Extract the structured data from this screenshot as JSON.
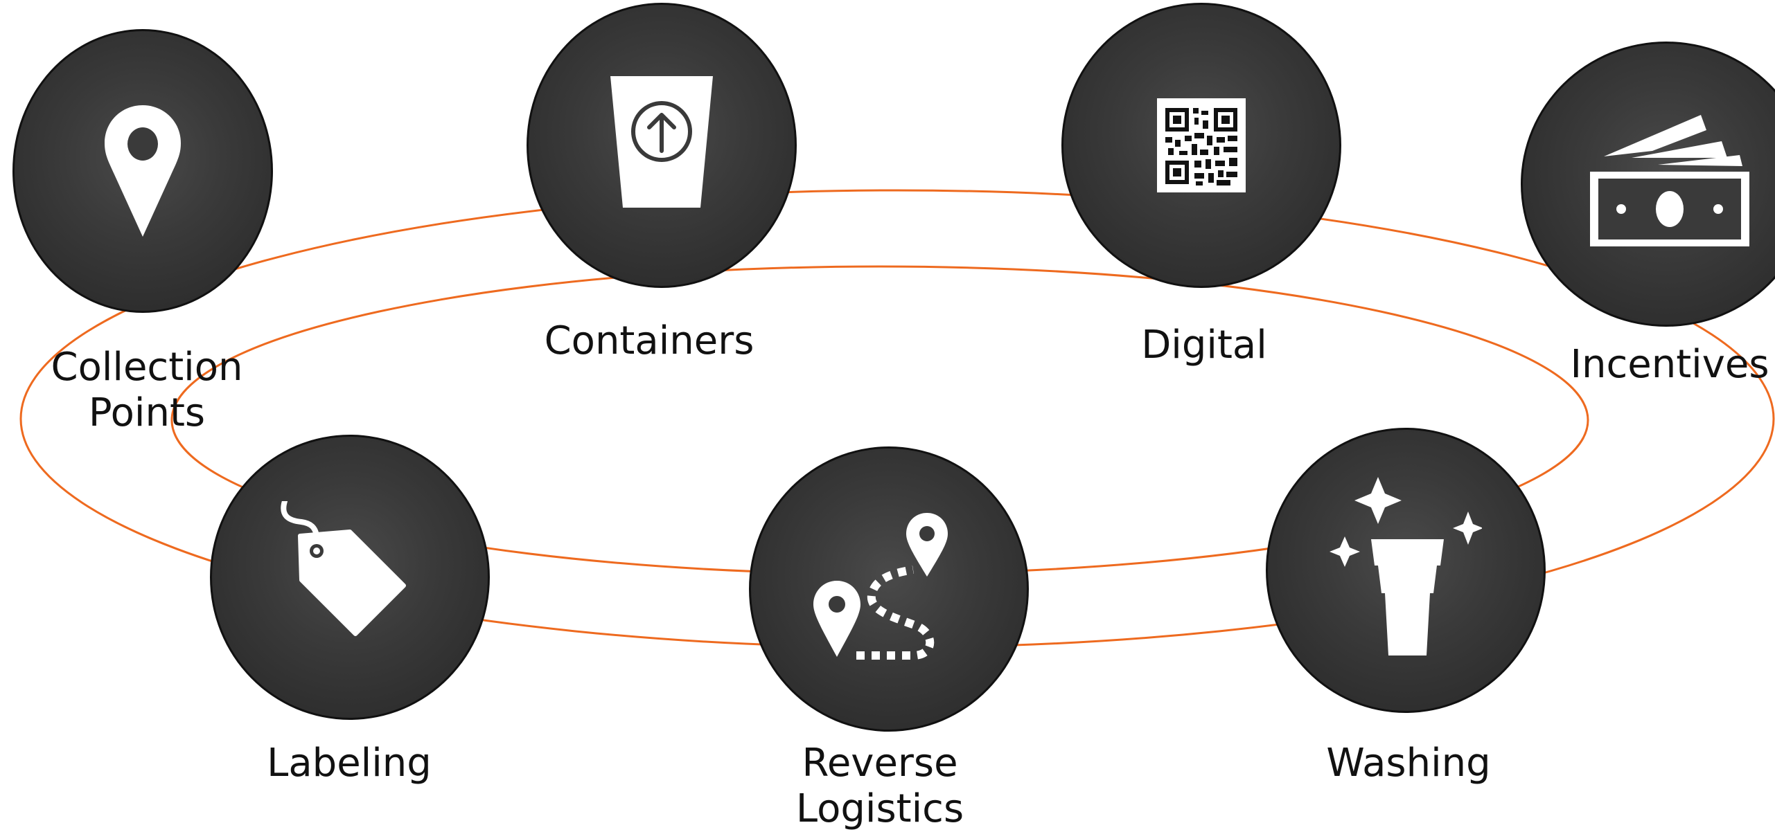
{
  "header": {
    "title_fragment": ""
  },
  "nodes": [
    {
      "key": "collection",
      "label_line1": "Collection",
      "label_line2": "Points",
      "icon": "map-pin-icon"
    },
    {
      "key": "containers",
      "label_line1": "Containers",
      "label_line2": "",
      "icon": "cup-upload-icon"
    },
    {
      "key": "digital",
      "label_line1": "Digital",
      "label_line2": "",
      "icon": "qr-code-icon"
    },
    {
      "key": "incentives",
      "label_line1": "Incentives",
      "label_line2": "",
      "icon": "cash-icon"
    },
    {
      "key": "labeling",
      "label_line1": "Labeling",
      "label_line2": "",
      "icon": "tag-icon"
    },
    {
      "key": "reverse",
      "label_line1": "Reverse",
      "label_line2": "Logistics",
      "icon": "route-icon"
    },
    {
      "key": "washing",
      "label_line1": "Washing",
      "label_line2": "",
      "icon": "sparkle-cups-icon"
    }
  ],
  "colors": {
    "ring": "#ee6a1f",
    "circle_border": "#111111",
    "label": "#111111"
  }
}
